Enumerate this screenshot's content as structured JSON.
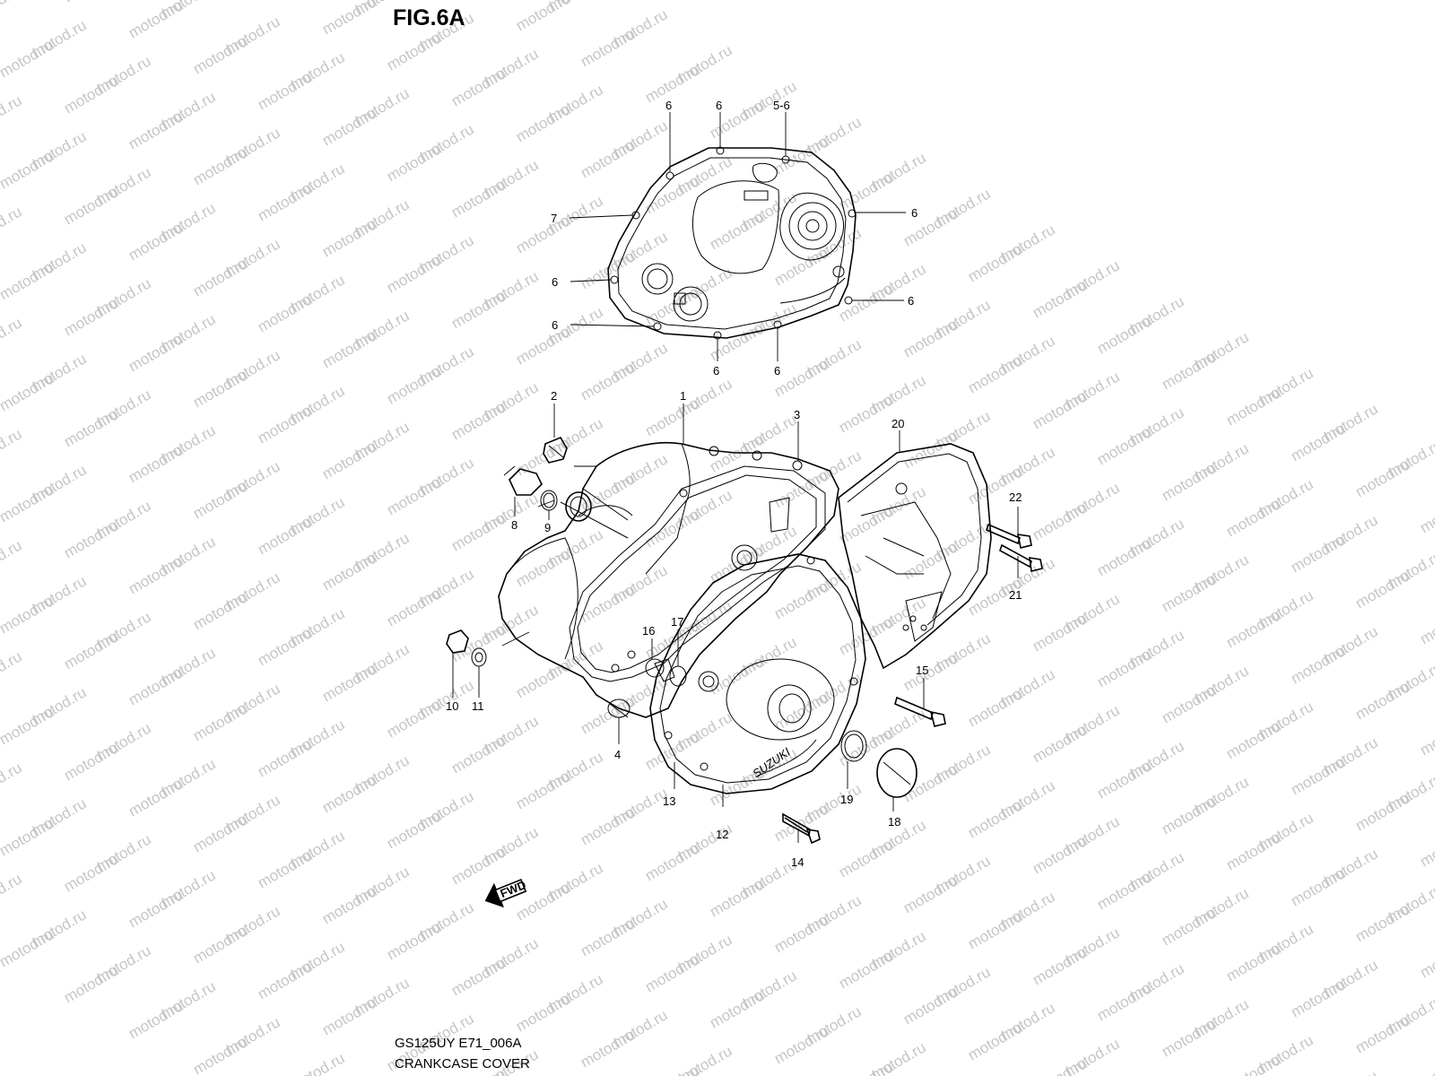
{
  "figure": {
    "title": "FIG.6A",
    "code": "GS125UY E71_006A",
    "caption": "CRANKCASE COVER"
  },
  "watermark": "motod.ru",
  "fwd_arrow_label": "FWD",
  "callouts": {
    "c_6a": "6",
    "c_6b": "6",
    "c_56": "5-6",
    "c_7": "7",
    "c_6c": "6",
    "c_6d": "6",
    "c_6e": "6",
    "c_6f": "6",
    "c_6g": "6",
    "c_6h": "6",
    "c_1": "1",
    "c_2": "2",
    "c_3": "3",
    "c_4": "4",
    "c_8": "8",
    "c_9": "9",
    "c_10": "10",
    "c_11": "11",
    "c_12": "12",
    "c_13": "13",
    "c_14": "14",
    "c_15": "15",
    "c_16": "16",
    "c_17": "17",
    "c_18": "18",
    "c_19": "19",
    "c_20": "20",
    "c_21": "21",
    "c_22": "22"
  },
  "colors": {
    "line": "#000000",
    "watermark": "#c6c6c6",
    "background": "#ffffff"
  }
}
